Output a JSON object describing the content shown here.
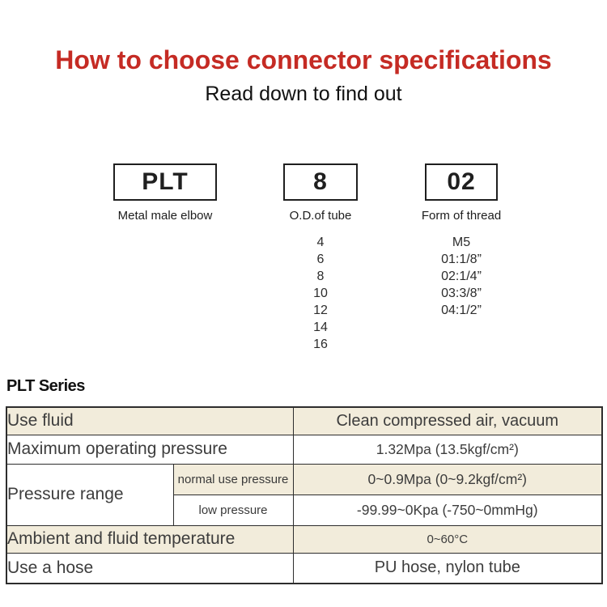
{
  "header": {
    "title": "How to choose connector specifications",
    "subtitle": "Read down to find out",
    "title_color": "#c52b24"
  },
  "spec_columns": [
    {
      "code": "PLT",
      "label": "Metal male elbow",
      "options": []
    },
    {
      "code": "8",
      "label": "O.D.of tube",
      "options": [
        "4",
        "6",
        "8",
        "10",
        "12",
        "14",
        "16"
      ]
    },
    {
      "code": "02",
      "label": "Form of thread",
      "options": [
        "M5",
        "01:1/8”",
        "02:1/4”",
        "03:3/8”",
        "04:1/2”"
      ]
    }
  ],
  "series": {
    "heading": "PLT Series"
  },
  "table": {
    "colors": {
      "row_highlight": "#f2ecdb",
      "border": "#2d2d2d"
    },
    "rows": [
      {
        "label": "Use fluid",
        "value": "Clean compressed air, vacuum"
      },
      {
        "label": "Maximum operating pressure",
        "value": "1.32Mpa  (13.5kgf/cm²)"
      },
      {
        "label": "Pressure range",
        "sub_rows": [
          {
            "label": "normal use pressure",
            "value": "0~0.9Mpa  (0~9.2kgf/cm²)"
          },
          {
            "label": "low pressure",
            "value": "-99.99~0Kpa  (-750~0mmHg)"
          }
        ]
      },
      {
        "label": "Ambient and fluid temperature",
        "value": "0~60°C"
      },
      {
        "label": "Use a hose",
        "value": "PU hose, nylon tube"
      }
    ]
  }
}
